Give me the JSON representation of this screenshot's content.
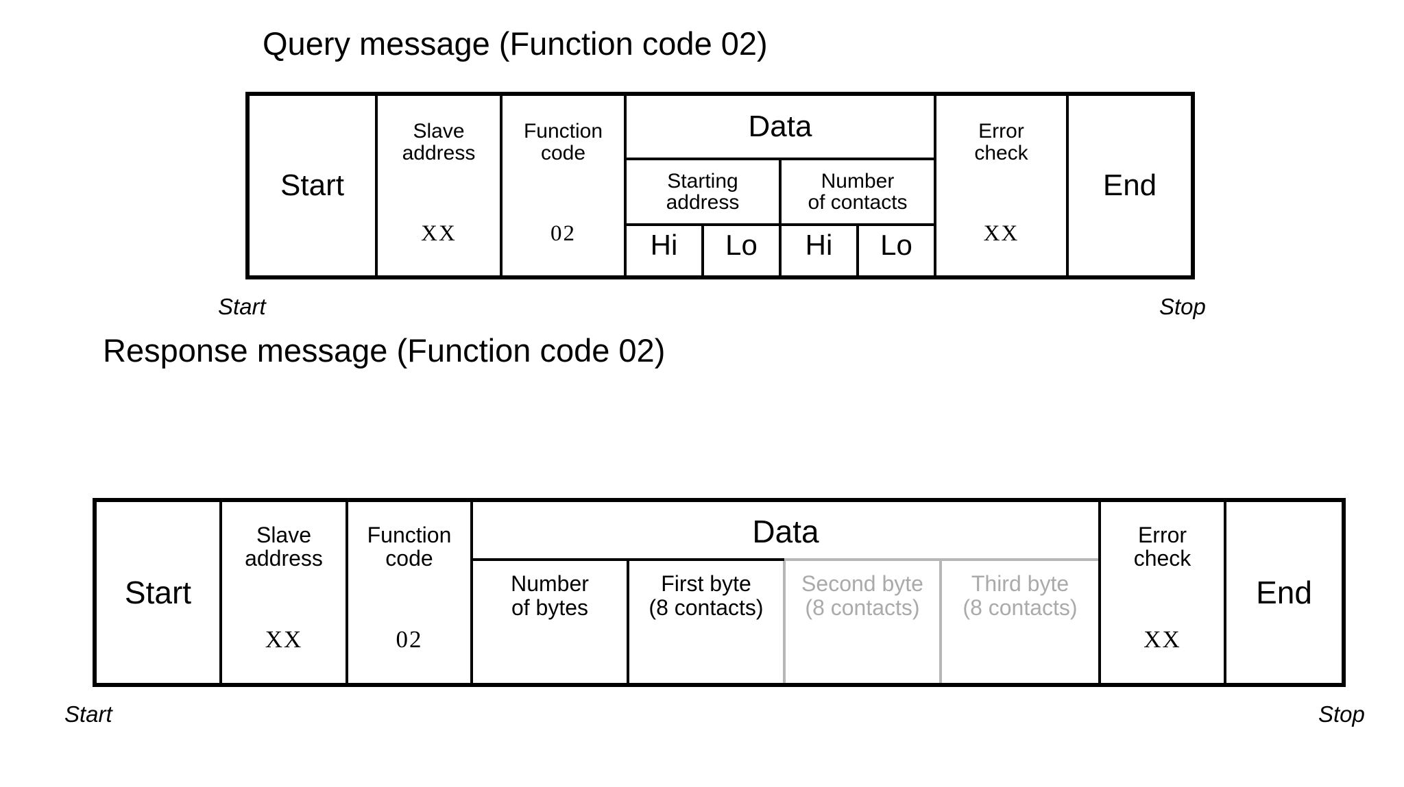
{
  "diagram": {
    "kind": "modbus-message-frame-diagram",
    "background_color": "#ffffff",
    "line_color": "#000000",
    "muted_color": "#aaaaaa",
    "muted_border_color": "#b6b6b6"
  },
  "query": {
    "title": "Query message (Function code 02)",
    "cells": {
      "start": "Start",
      "slave_address_label": "Slave\naddress",
      "slave_address_value": "XX",
      "function_code_label": "Function\ncode",
      "function_code_value": "02",
      "data_header": "Data",
      "starting_address": "Starting\naddress",
      "number_of_contacts": "Number\nof contacts",
      "starting_address_hi": "Hi",
      "starting_address_lo": "Lo",
      "number_of_contacts_hi": "Hi",
      "number_of_contacts_lo": "Lo",
      "error_check_label": "Error\ncheck",
      "error_check_value": "XX",
      "end": "End"
    },
    "edge_labels": {
      "start": "Start",
      "stop": "Stop"
    }
  },
  "response": {
    "title": "Response message (Function code 02)",
    "cells": {
      "start": "Start",
      "slave_address_label": "Slave\naddress",
      "slave_address_value": "XX",
      "function_code_label": "Function\ncode",
      "function_code_value": "02",
      "data_header": "Data",
      "number_of_bytes": "Number\nof bytes",
      "first_byte": "First byte\n(8 contacts)",
      "second_byte": "Second byte\n(8 contacts)",
      "third_byte": "Third byte\n(8 contacts)",
      "error_check_label": "Error\ncheck",
      "error_check_value": "XX",
      "end": "End"
    },
    "edge_labels": {
      "start": "Start",
      "stop": "Stop"
    }
  }
}
